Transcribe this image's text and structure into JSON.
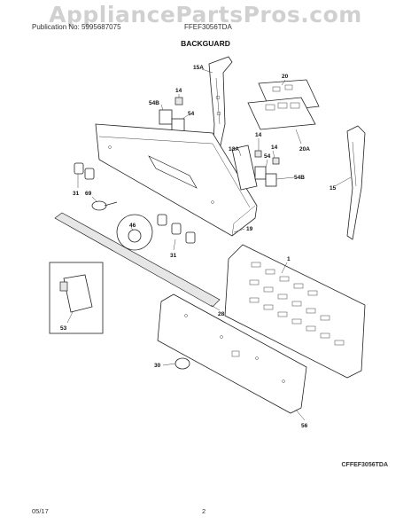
{
  "watermark": "AppliancePartsPros.com",
  "header": {
    "publication": "Publication No: 5995687075",
    "model": "FFEF3056TDA"
  },
  "title": "BACKGUARD",
  "footer": {
    "code": "CFFEF3056TDA",
    "date": "05/17",
    "page": "2"
  },
  "callouts": {
    "c15a": "15A",
    "c14a": "14",
    "c54ba": "54B",
    "c54a": "54",
    "c20": "20",
    "c20a": "20A",
    "c14b": "14",
    "c13a": "13A",
    "c14c": "14",
    "c54b": "54",
    "c54bb": "54B",
    "c15": "15",
    "c31a": "31",
    "c69": "69",
    "c46": "46",
    "c31b": "31",
    "c19": "19",
    "c1": "1",
    "c28": "28",
    "c53": "53",
    "c30": "30",
    "c56": "56"
  }
}
